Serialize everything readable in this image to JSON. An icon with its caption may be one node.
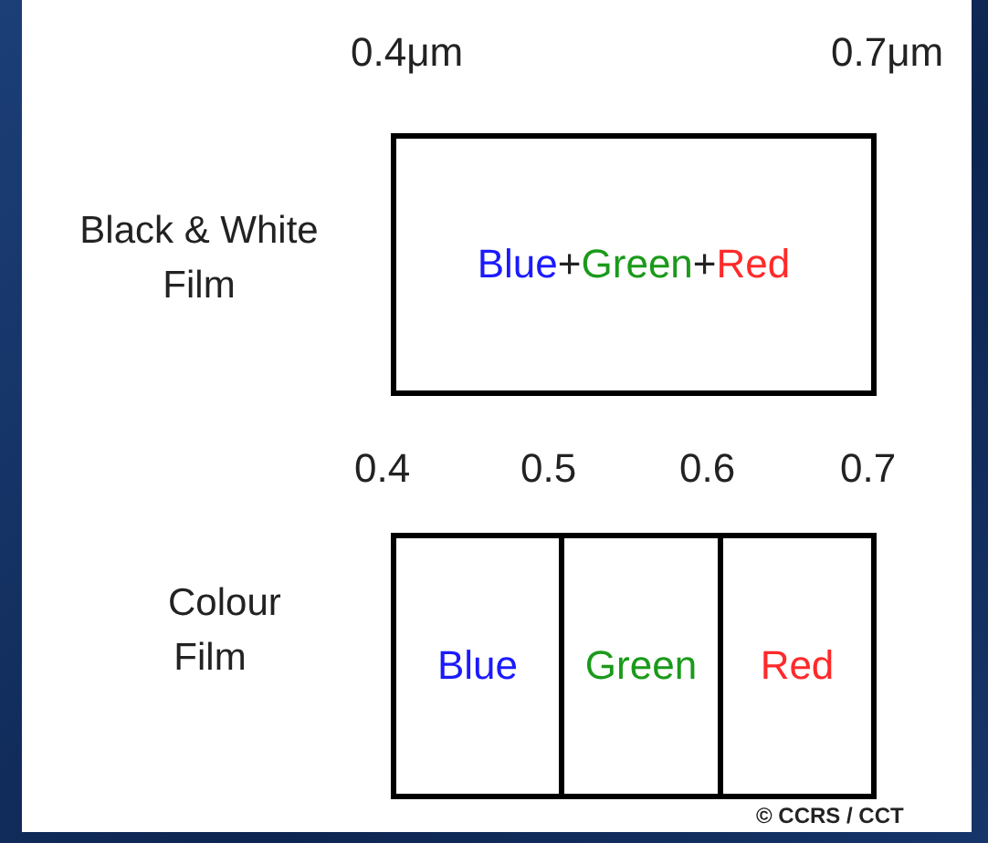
{
  "diagram": {
    "nodes": [
      {
        "text": [
          "Blue",
          "+",
          "Green",
          "+",
          "Red"
        ],
        "beside": [
          "Black & White Film"
        ]
      },
      {
        "text": [],
        "shape": "box",
        "beside": [
          "Colour Film"
        ]
      },
      {
        "text": [
          "Blue"
        ],
        "in": 1
      },
      {
        "text": [
          "Green"
        ],
        "in": 1
      },
      {
        "text": [
          "Red"
        ],
        "in": 1
      }
    ],
    "edges": [],
    "labels": [
      "0.4μm",
      "0.7μm",
      "0.4",
      "0.5",
      "0.6",
      "0.7",
      "© CCRS / CCT"
    ]
  }
}
